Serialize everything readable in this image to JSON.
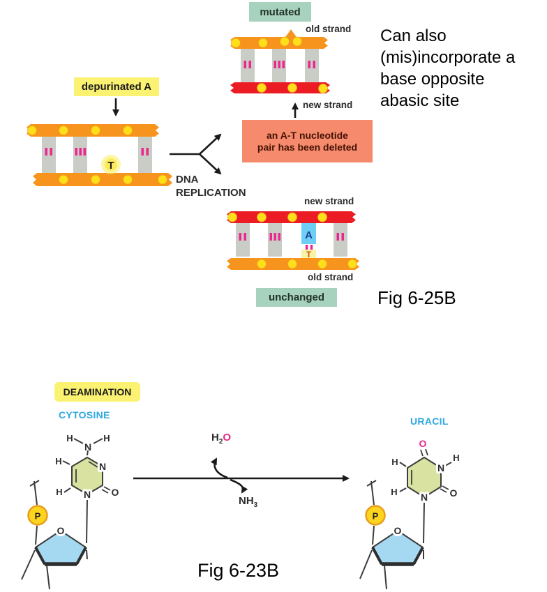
{
  "colors": {
    "strand_orange": "#F7941E",
    "strand_red": "#EC1C24",
    "phosphate_yellow": "#FFDE1A",
    "base_gray": "#C9CDC6",
    "hbond_pink": "#EC268F",
    "label_teal_bg": "#A7D2BD",
    "label_yellow_bg": "#FBF272",
    "note_salmon_bg": "#F58B6C",
    "base_a_blue": "#6DCFF6",
    "base_t_yellow": "#FAF3A3",
    "ring_green": "#D9E2A0",
    "sugar_blue": "#A5D9F2",
    "molecule_name_blue": "#2FA8DF",
    "atom_pink": "#E32887"
  },
  "fig_6_25B": {
    "fig_label": "Fig 6-25B",
    "depurinated_label": "depurinated A",
    "abasic_t": "T",
    "dna_replication": [
      "DNA",
      "REPLICATION"
    ],
    "mutated_label": "mutated",
    "unchanged_label": "unchanged",
    "strand_labels": {
      "old": "old strand",
      "new": "new strand"
    },
    "deleted_note": [
      "an A-T nucleotide",
      "pair has been deleted"
    ],
    "pair": {
      "a": "A",
      "t": "T"
    },
    "side_note": [
      "Can also",
      "(mis)incorporate a",
      "base opposite",
      "abasic site"
    ]
  },
  "fig_6_23B": {
    "fig_label": "Fig 6-23B",
    "process_label": "DEAMINATION",
    "left_molecule": "CYTOSINE",
    "right_molecule": "URACIL",
    "water": {
      "h": "H",
      "two": "2",
      "o": "O"
    },
    "ammonia": {
      "nh": "NH",
      "three": "3"
    },
    "atoms": {
      "h": "H",
      "n": "N",
      "o": "O",
      "p": "P"
    }
  }
}
